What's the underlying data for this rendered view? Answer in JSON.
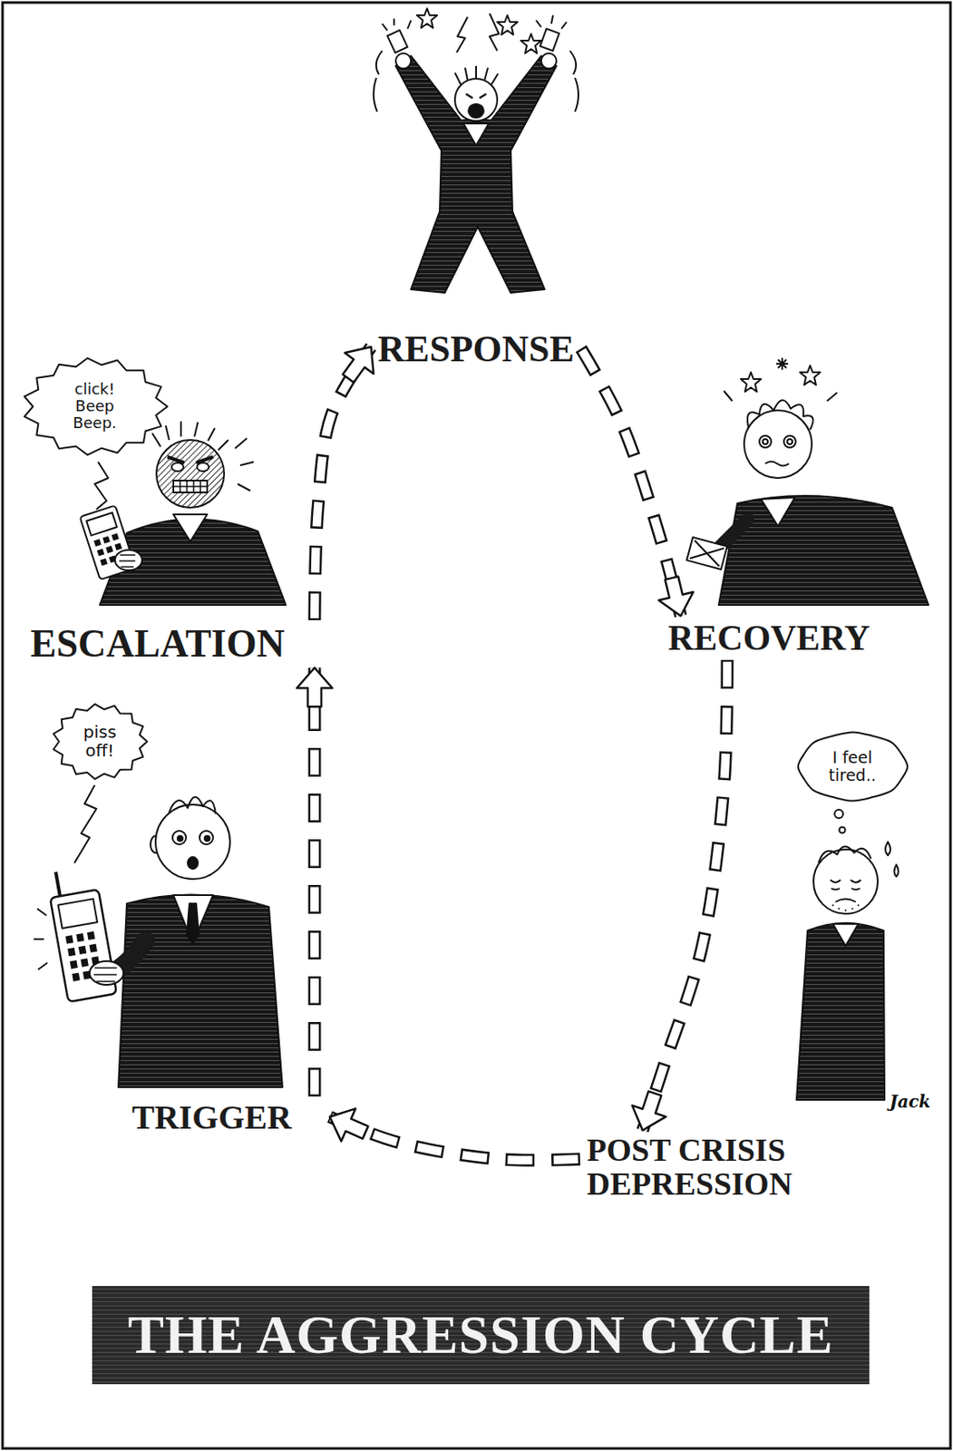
{
  "diagram": {
    "title": "THE AGGRESSION CYCLE",
    "nodes": [
      {
        "text": [
          "RESPONSE"
        ]
      },
      {
        "text": [
          "click! Beep Beep."
        ]
      },
      {
        "text": [
          "ESCALATION"
        ]
      },
      {
        "text": [
          "RECOVERY"
        ]
      },
      {
        "text": [
          "piss off!"
        ]
      },
      {
        "text": [
          "I feel tired.."
        ]
      },
      {
        "text": [
          "TRIGGER"
        ]
      },
      {
        "text": [
          "POST CRISIS DEPRESSION"
        ]
      }
    ],
    "edges": [
      {
        "from": 6,
        "to": 2,
        "arrow": "to"
      },
      {
        "from": 2,
        "to": 0,
        "arrow": "to"
      },
      {
        "from": 0,
        "to": 3,
        "arrow": "to"
      },
      {
        "from": 3,
        "to": 7,
        "arrow": "to"
      },
      {
        "from": 7,
        "to": 6,
        "arrow": "to"
      }
    ],
    "labels": [
      "Jack"
    ]
  }
}
